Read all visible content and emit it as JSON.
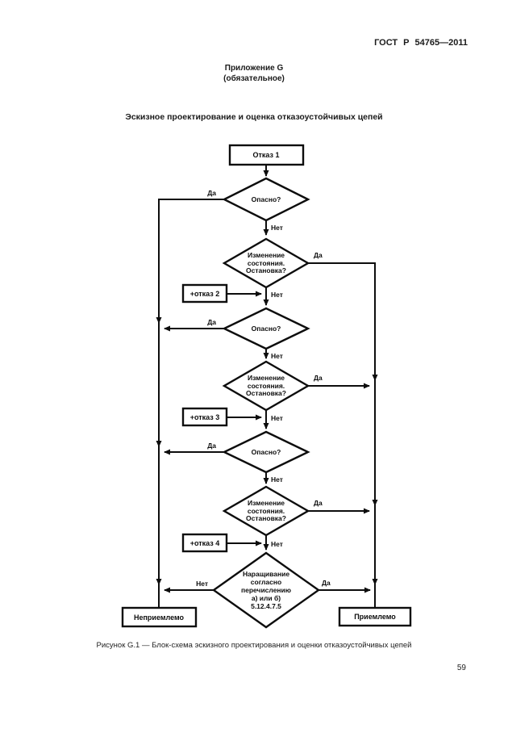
{
  "page": {
    "header": "ГОСТ Р 54765—2011",
    "appendix_title": "Приложение G",
    "appendix_subtitle": "(обязательное)",
    "section_title": "Эскизное проектирование и оценка отказоустойчивых цепей",
    "caption": "Рисунок G.1 — Блок-схема эскизного проектирования и оценки отказоустойчивых цепей",
    "page_number": "59"
  },
  "flowchart": {
    "labels": {
      "yes": "Да",
      "no": "Нет"
    },
    "start_box": "Отказ 1",
    "danger_diamond": "Опасно?",
    "state_change_lines": [
      "Изменение",
      "состояния.",
      "Остановка?"
    ],
    "final_diamond_lines": [
      "Наращивание",
      "согласно",
      "перечислению",
      "а) или б)",
      "5.12.4.7.5"
    ],
    "add_failure_boxes": [
      "+отказ 2",
      "+отказ 3",
      "+отказ 4"
    ],
    "end_boxes": {
      "unacceptable": "Неприемлемо",
      "acceptable": "Приемлемо"
    }
  }
}
